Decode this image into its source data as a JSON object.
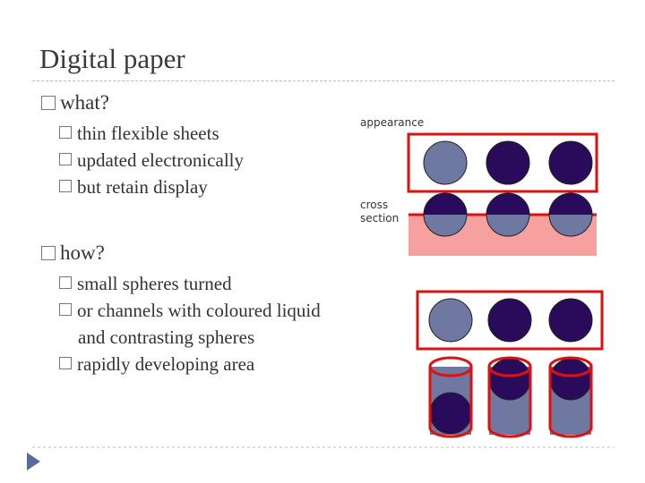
{
  "slide": {
    "title": "Digital paper",
    "what_heading": "what?",
    "what_items": [
      "thin flexible sheets",
      "updated electronically",
      "but retain display"
    ],
    "how_heading": "how?",
    "how_items": [
      "small spheres turned",
      "or channels with coloured liquid",
      "and contrasting spheres",
      "rapidly developing area"
    ],
    "label_appearance": "appearance",
    "label_cross": "cross",
    "label_section": "section"
  },
  "colors": {
    "light_sphere": "#6e78a0",
    "dark_sphere": "#2a0a5a",
    "frame": "#e01010",
    "pink_band": "#f7a0a0",
    "nav_arrow": "#5a6a9a"
  }
}
